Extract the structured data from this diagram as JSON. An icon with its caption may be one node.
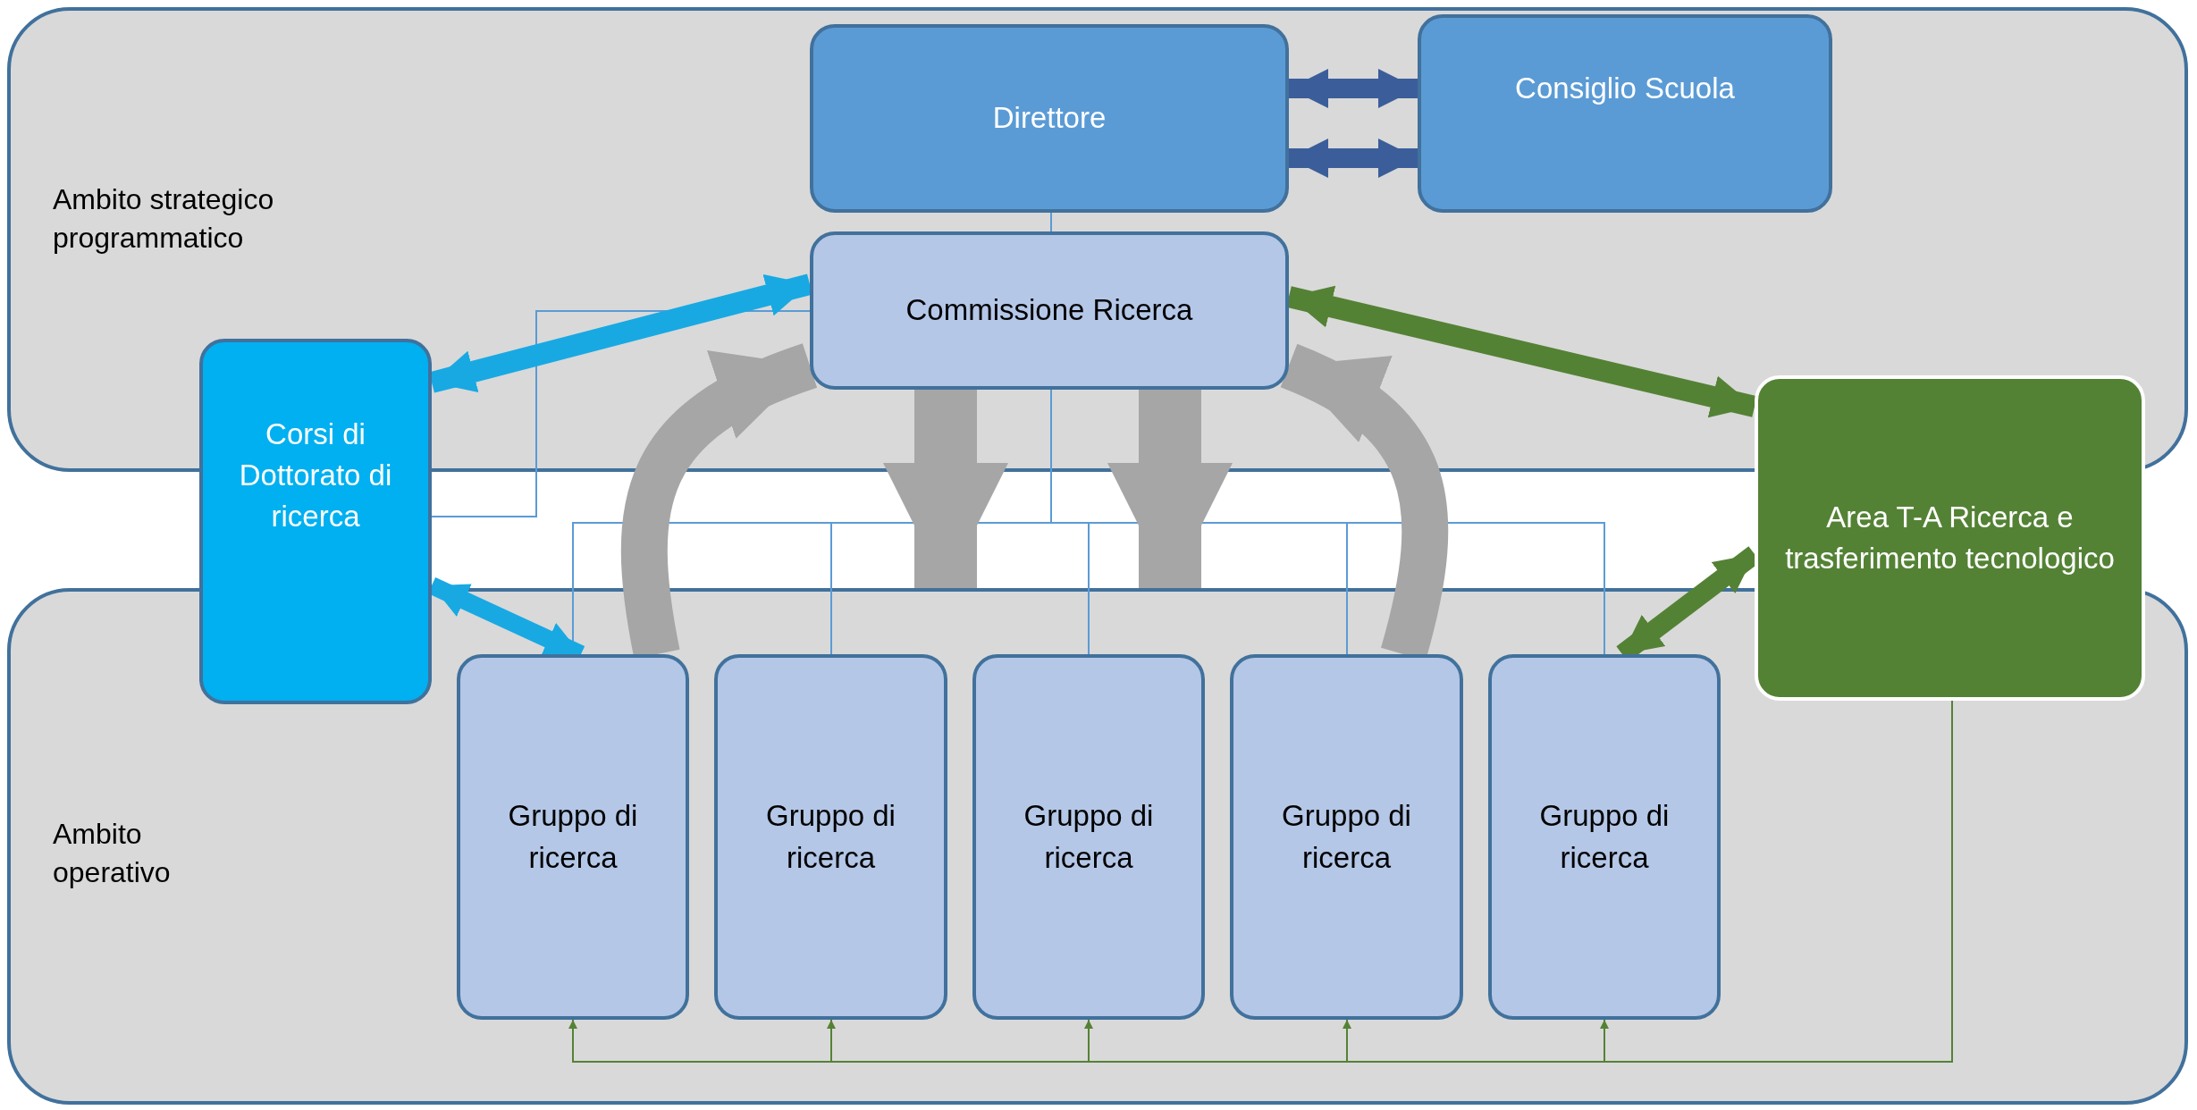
{
  "diagram": {
    "nodes": [
      {
        "text": [
          "Ambito strategico programmatico"
        ]
      },
      {
        "text": [
          "Direttore"
        ],
        "in": 0
      },
      {
        "text": [
          "Consiglio Scuola"
        ],
        "in": 0
      },
      {
        "text": [
          "Commissione Ricerca"
        ],
        "in": 0
      },
      {
        "text": [
          "Corsi di Dottorato di ricerca"
        ]
      },
      {
        "text": [
          "Area T-A Ricerca e trasferimento tecnologico"
        ]
      },
      {
        "text": [
          "Ambito operativo"
        ]
      },
      {
        "text": [
          "Gruppo di ricerca"
        ],
        "in": 6
      },
      {
        "text": [
          "Gruppo di ricerca"
        ],
        "in": 6
      },
      {
        "text": [
          "Gruppo di ricerca"
        ],
        "in": 6
      },
      {
        "text": [
          "Gruppo di ricerca"
        ],
        "in": 6
      },
      {
        "text": [
          "Gruppo di ricerca"
        ],
        "in": 6
      }
    ],
    "edges": [
      {
        "from": 1,
        "to": 2,
        "arrow": "both",
        "style": "thick",
        "color": "#3b5e9a"
      },
      {
        "from": 1,
        "to": 2,
        "arrow": "both",
        "style": "thick",
        "color": "#3b5e9a"
      },
      {
        "from": 1,
        "to": 3,
        "arrow": "none"
      },
      {
        "from": 3,
        "to": 4,
        "arrow": "none"
      },
      {
        "from": 3,
        "to": 7,
        "arrow": "none"
      },
      {
        "from": 3,
        "to": 8,
        "arrow": "none"
      },
      {
        "from": 3,
        "to": 9,
        "arrow": "none"
      },
      {
        "from": 3,
        "to": 10,
        "arrow": "none"
      },
      {
        "from": 3,
        "to": 11,
        "arrow": "none"
      },
      {
        "from": 4,
        "to": 3,
        "arrow": "both",
        "style": "thick",
        "color": "#18a9e3"
      },
      {
        "from": 4,
        "to": 7,
        "arrow": "both",
        "style": "thick",
        "color": "#18a9e3"
      },
      {
        "from": 3,
        "to": 5,
        "arrow": "both",
        "style": "thick",
        "color": "#548235"
      },
      {
        "from": 5,
        "to": 11,
        "arrow": "both",
        "style": "thick",
        "color": "#548235"
      },
      {
        "from": 7,
        "to": 3,
        "arrow": "to",
        "style": "thick",
        "color": "#a6a6a6"
      },
      {
        "from": 10,
        "to": 3,
        "arrow": "to",
        "style": "thick",
        "color": "#a6a6a6"
      },
      {
        "from": 3,
        "to": 6,
        "arrow": "to",
        "style": "thick",
        "color": "#a6a6a6"
      },
      {
        "from": 3,
        "to": 6,
        "arrow": "to",
        "style": "thick",
        "color": "#a6a6a6"
      },
      {
        "from": 5,
        "to": 7,
        "arrow": "to",
        "color": "#548235"
      },
      {
        "from": 5,
        "to": 8,
        "arrow": "to",
        "color": "#548235"
      },
      {
        "from": 5,
        "to": 9,
        "arrow": "to",
        "color": "#548235"
      },
      {
        "from": 5,
        "to": 10,
        "arrow": "to",
        "color": "#548235"
      },
      {
        "from": 5,
        "to": 11,
        "arrow": "to",
        "color": "#548235"
      }
    ]
  }
}
